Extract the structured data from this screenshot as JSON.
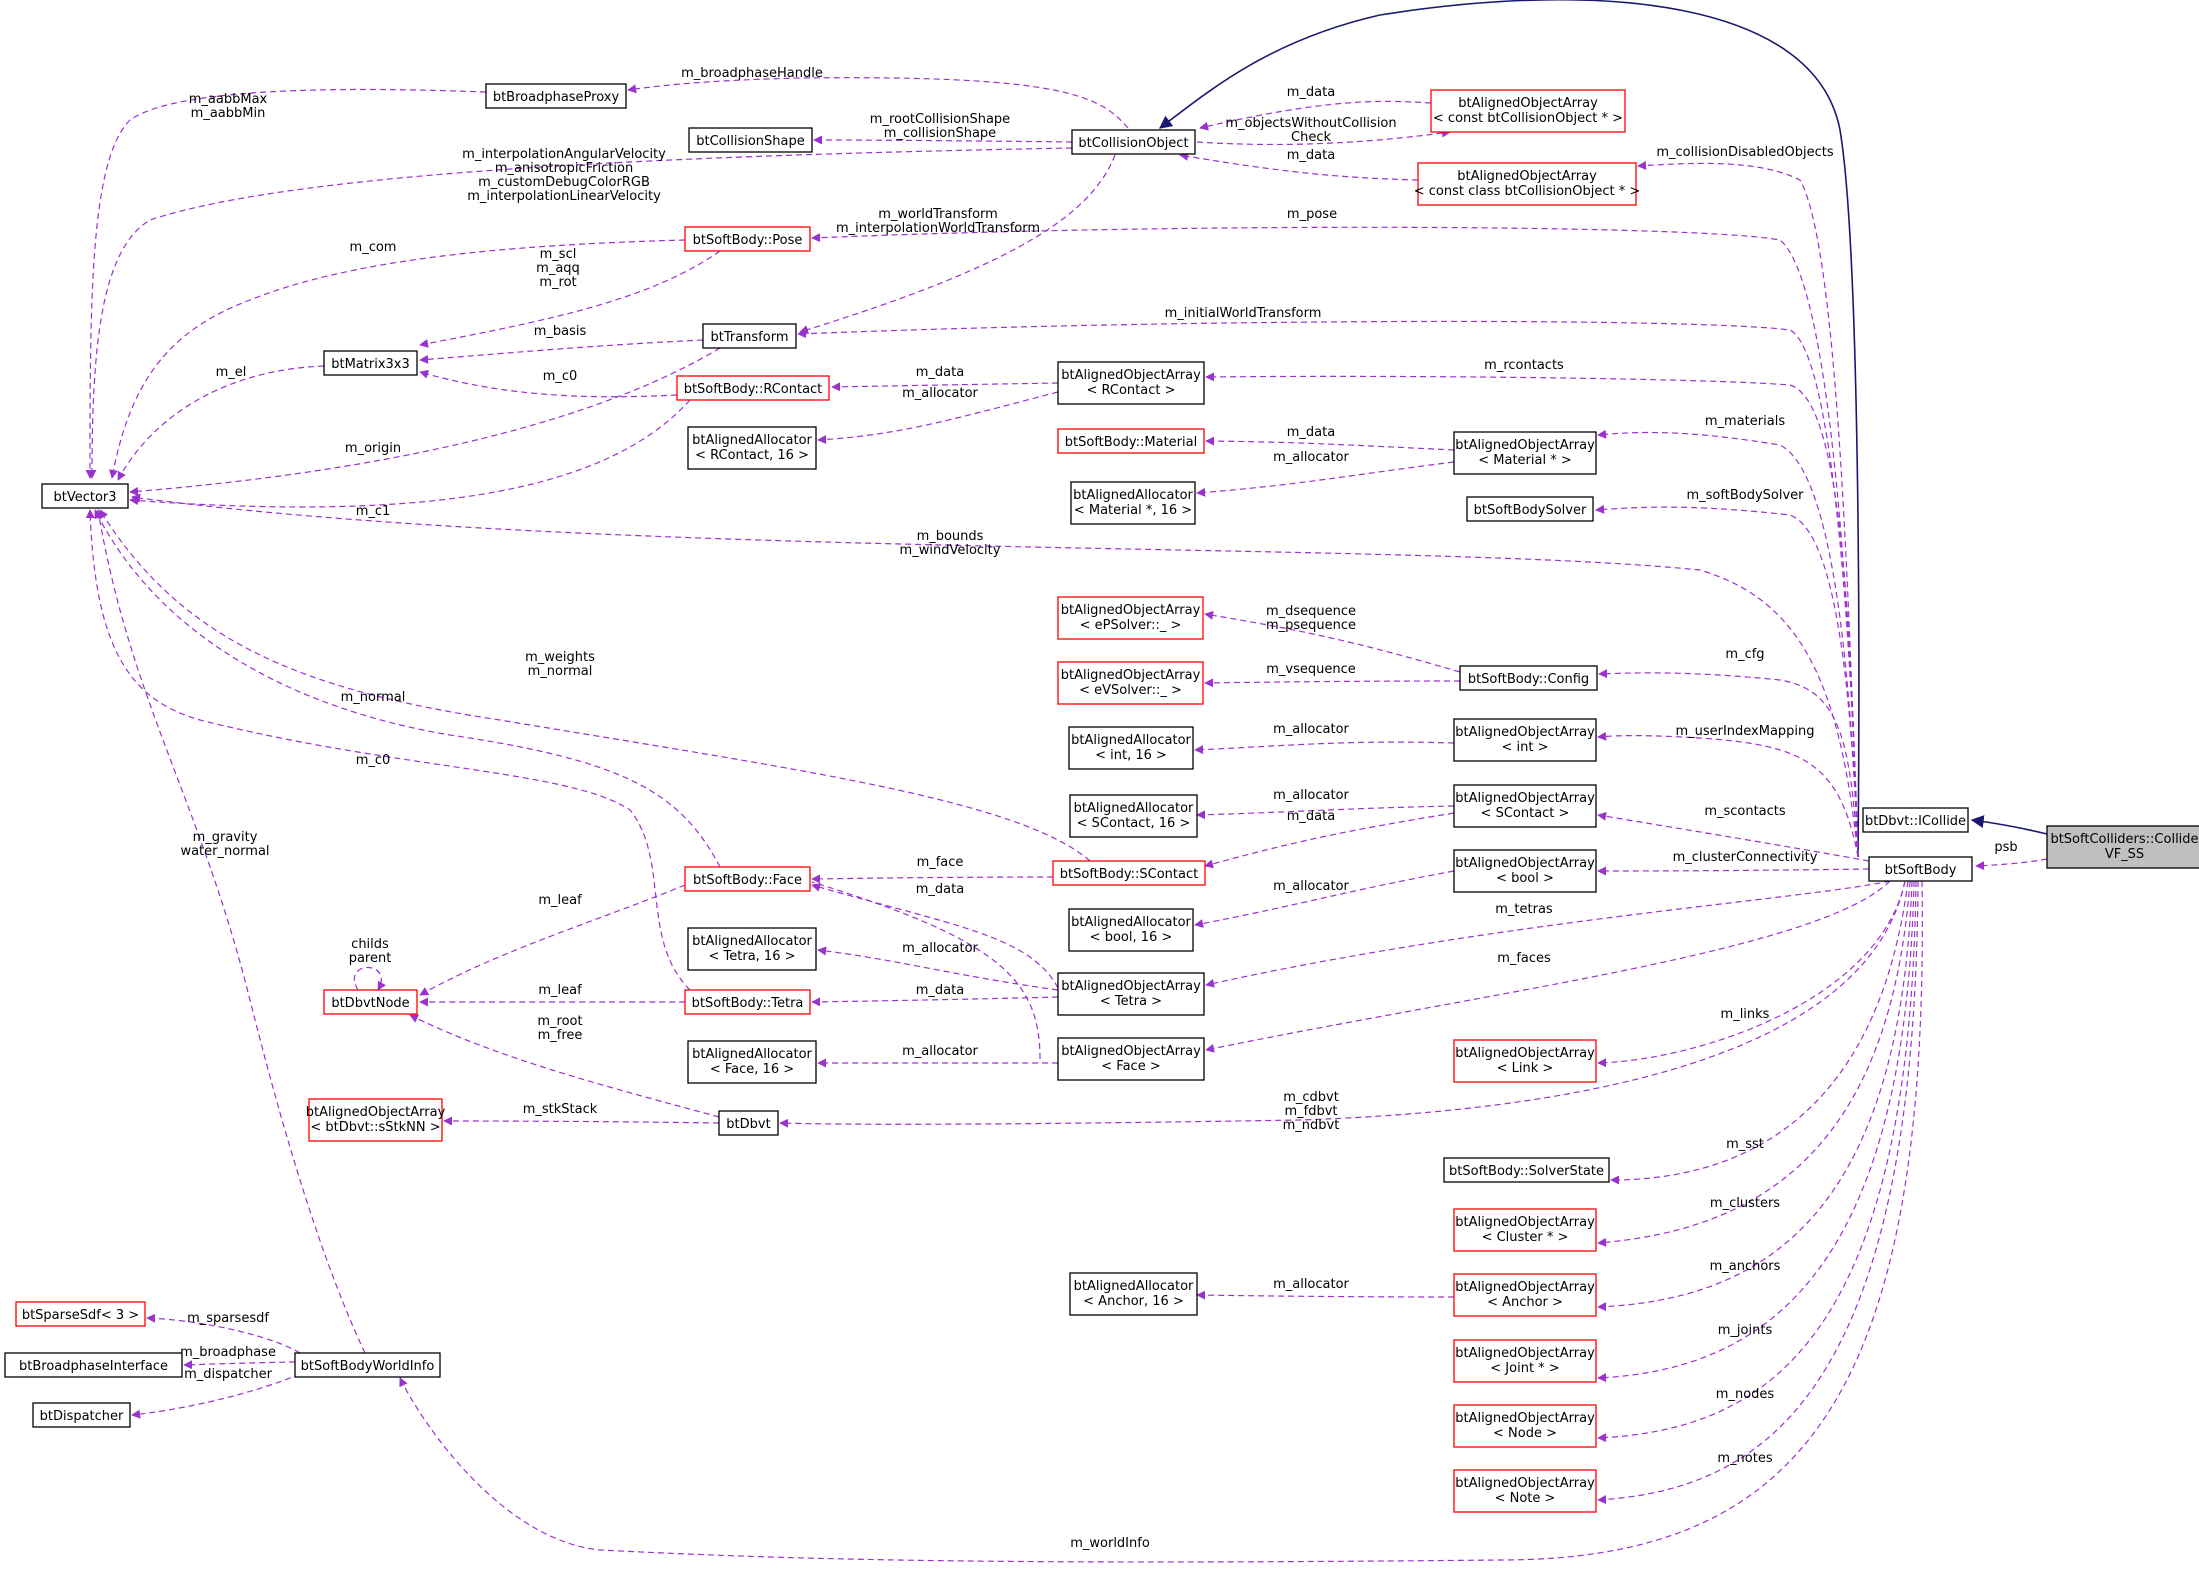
{
  "colors": {
    "purple": "#9a32cd",
    "navy": "#191970",
    "red_border": "#ff0000",
    "black": "#000000",
    "highlight": "#bfbfbf"
  },
  "nodes": [
    {
      "id": "selfnode",
      "lines": [
        "btSoftColliders::Collide",
        "VF_SS"
      ],
      "border": "black",
      "highlight": true
    },
    {
      "id": "icollide",
      "lines": [
        "btDbvt::ICollide"
      ],
      "border": "black"
    },
    {
      "id": "softbody",
      "lines": [
        "btSoftBody"
      ],
      "border": "black"
    },
    {
      "id": "colobj",
      "lines": [
        "btCollisionObject"
      ],
      "border": "black"
    },
    {
      "id": "bproxy",
      "lines": [
        "btBroadphaseProxy"
      ],
      "border": "black"
    },
    {
      "id": "cshape",
      "lines": [
        "btCollisionShape"
      ],
      "border": "black"
    },
    {
      "id": "aoa_constcol",
      "lines": [
        "btAlignedObjectArray",
        "< const btCollisionObject * >"
      ],
      "border": "red"
    },
    {
      "id": "aoa_constcls",
      "lines": [
        "btAlignedObjectArray",
        "< const class btCollisionObject * >"
      ],
      "border": "red"
    },
    {
      "id": "pose",
      "lines": [
        "btSoftBody::Pose"
      ],
      "border": "red"
    },
    {
      "id": "transform",
      "lines": [
        "btTransform"
      ],
      "border": "black"
    },
    {
      "id": "matrix",
      "lines": [
        "btMatrix3x3"
      ],
      "border": "black"
    },
    {
      "id": "rcontact",
      "lines": [
        "btSoftBody::RContact"
      ],
      "border": "red"
    },
    {
      "id": "aoa_rcontact",
      "lines": [
        "btAlignedObjectArray",
        "< RContact >"
      ],
      "border": "black"
    },
    {
      "id": "aa_rcontact",
      "lines": [
        "btAlignedAllocator",
        "< RContact, 16 >"
      ],
      "border": "black"
    },
    {
      "id": "vector3",
      "lines": [
        "btVector3"
      ],
      "border": "black"
    },
    {
      "id": "material",
      "lines": [
        "btSoftBody::Material"
      ],
      "border": "red"
    },
    {
      "id": "aoa_material",
      "lines": [
        "btAlignedObjectArray",
        "< Material * >"
      ],
      "border": "black"
    },
    {
      "id": "aa_material",
      "lines": [
        "btAlignedAllocator",
        "< Material *, 16 >"
      ],
      "border": "black"
    },
    {
      "id": "sbsolver",
      "lines": [
        "btSoftBodySolver"
      ],
      "border": "black"
    },
    {
      "id": "aoa_epsolver",
      "lines": [
        "btAlignedObjectArray",
        "< ePSolver::_ >"
      ],
      "border": "red"
    },
    {
      "id": "aoa_evsolver",
      "lines": [
        "btAlignedObjectArray",
        "< eVSolver::_ >"
      ],
      "border": "red"
    },
    {
      "id": "config",
      "lines": [
        "btSoftBody::Config"
      ],
      "border": "black"
    },
    {
      "id": "aa_int",
      "lines": [
        "btAlignedAllocator",
        "< int, 16 >"
      ],
      "border": "black"
    },
    {
      "id": "aoa_int",
      "lines": [
        "btAlignedObjectArray",
        "< int >"
      ],
      "border": "black"
    },
    {
      "id": "aa_scontact",
      "lines": [
        "btAlignedAllocator",
        "< SContact, 16 >"
      ],
      "border": "black"
    },
    {
      "id": "aoa_scontact",
      "lines": [
        "btAlignedObjectArray",
        "< SContact >"
      ],
      "border": "black"
    },
    {
      "id": "face",
      "lines": [
        "btSoftBody::Face"
      ],
      "border": "red"
    },
    {
      "id": "scontact",
      "lines": [
        "btSoftBody::SContact"
      ],
      "border": "red"
    },
    {
      "id": "aoa_bool",
      "lines": [
        "btAlignedObjectArray",
        "< bool >"
      ],
      "border": "black"
    },
    {
      "id": "aa_bool",
      "lines": [
        "btAlignedAllocator",
        "< bool, 16 >"
      ],
      "border": "black"
    },
    {
      "id": "dbvtnode",
      "lines": [
        "btDbvtNode"
      ],
      "border": "red"
    },
    {
      "id": "aa_tetra",
      "lines": [
        "btAlignedAllocator",
        "< Tetra, 16 >"
      ],
      "border": "black"
    },
    {
      "id": "tetra",
      "lines": [
        "btSoftBody::Tetra"
      ],
      "border": "red"
    },
    {
      "id": "aoa_tetra",
      "lines": [
        "btAlignedObjectArray",
        "< Tetra >"
      ],
      "border": "black"
    },
    {
      "id": "aa_face",
      "lines": [
        "btAlignedAllocator",
        "< Face, 16 >"
      ],
      "border": "black"
    },
    {
      "id": "aoa_face",
      "lines": [
        "btAlignedObjectArray",
        "< Face >"
      ],
      "border": "black"
    },
    {
      "id": "aoa_link",
      "lines": [
        "btAlignedObjectArray",
        "< Link >"
      ],
      "border": "red"
    },
    {
      "id": "aoa_stknn",
      "lines": [
        "btAlignedObjectArray",
        "< btDbvt::sStkNN >"
      ],
      "border": "red"
    },
    {
      "id": "dbvt",
      "lines": [
        "btDbvt"
      ],
      "border": "black"
    },
    {
      "id": "solverstate",
      "lines": [
        "btSoftBody::SolverState"
      ],
      "border": "black"
    },
    {
      "id": "aoa_cluster",
      "lines": [
        "btAlignedObjectArray",
        "< Cluster * >"
      ],
      "border": "red"
    },
    {
      "id": "aa_anchor",
      "lines": [
        "btAlignedAllocator",
        "< Anchor, 16 >"
      ],
      "border": "black"
    },
    {
      "id": "aoa_anchor",
      "lines": [
        "btAlignedObjectArray",
        "< Anchor >"
      ],
      "border": "red"
    },
    {
      "id": "sparsesdf",
      "lines": [
        "btSparseSdf< 3 >"
      ],
      "border": "red"
    },
    {
      "id": "bpinterface",
      "lines": [
        "btBroadphaseInterface"
      ],
      "border": "black"
    },
    {
      "id": "worldinfo",
      "lines": [
        "btSoftBodyWorldInfo"
      ],
      "border": "black"
    },
    {
      "id": "dispatcher",
      "lines": [
        "btDispatcher"
      ],
      "border": "black"
    },
    {
      "id": "aoa_joint",
      "lines": [
        "btAlignedObjectArray",
        "< Joint * >"
      ],
      "border": "red"
    },
    {
      "id": "aoa_node",
      "lines": [
        "btAlignedObjectArray",
        "< Node >"
      ],
      "border": "red"
    },
    {
      "id": "aoa_note",
      "lines": [
        "btAlignedObjectArray",
        "< Note >"
      ],
      "border": "red"
    }
  ],
  "edges": [
    {
      "id": "e_psb",
      "label": [
        "psb"
      ]
    },
    {
      "id": "e_inherit_icollide"
    },
    {
      "id": "e_inherit_colobj"
    },
    {
      "id": "e_bhandle",
      "label": [
        "m_broadphaseHandle"
      ]
    },
    {
      "id": "e_aabb",
      "label": [
        "m_aabbMax",
        "m_aabbMin"
      ]
    },
    {
      "id": "e_cshape",
      "label": [
        "m_rootCollisionShape",
        "m_collisionShape"
      ]
    },
    {
      "id": "e_colobj_data1",
      "label": [
        "m_data"
      ]
    },
    {
      "id": "e_objwocc",
      "label": [
        "m_objectsWithoutCollision",
        "Check"
      ]
    },
    {
      "id": "e_colobj_data2",
      "label": [
        "m_data"
      ]
    },
    {
      "id": "e_coldisabled",
      "label": [
        "m_collisionDisabledObjects"
      ]
    },
    {
      "id": "e_colobj_vec",
      "label": [
        "m_interpolationAngularVelocity",
        "m_anisotropicFriction",
        "m_customDebugColorRGB",
        "m_interpolationLinearVelocity"
      ]
    },
    {
      "id": "e_worldtransform",
      "label": [
        "m_worldTransform",
        "m_interpolationWorldTransform"
      ]
    },
    {
      "id": "e_pose",
      "label": [
        "m_pose"
      ]
    },
    {
      "id": "e_com",
      "label": [
        "m_com"
      ]
    },
    {
      "id": "e_scl",
      "label": [
        "m_scl",
        "m_aqq",
        "m_rot"
      ]
    },
    {
      "id": "e_initwt",
      "label": [
        "m_initialWorldTransform"
      ]
    },
    {
      "id": "e_basis",
      "label": [
        "m_basis"
      ]
    },
    {
      "id": "e_el",
      "label": [
        "m_el"
      ]
    },
    {
      "id": "e_rc_c0",
      "label": [
        "m_c0"
      ]
    },
    {
      "id": "e_origin",
      "label": [
        "m_origin"
      ]
    },
    {
      "id": "e_rc_c1",
      "label": [
        "m_c1"
      ]
    },
    {
      "id": "e_rcontact_data",
      "label": [
        "m_data"
      ]
    },
    {
      "id": "e_rcontact_alloc",
      "label": [
        "m_allocator"
      ]
    },
    {
      "id": "e_rcontacts",
      "label": [
        "m_rcontacts"
      ]
    },
    {
      "id": "e_material_data",
      "label": [
        "m_data"
      ]
    },
    {
      "id": "e_material_alloc",
      "label": [
        "m_allocator"
      ]
    },
    {
      "id": "e_materials",
      "label": [
        "m_materials"
      ]
    },
    {
      "id": "e_sbsolver",
      "label": [
        "m_softBodySolver"
      ]
    },
    {
      "id": "e_bounds",
      "label": [
        "m_bounds",
        "m_windVelocity"
      ]
    },
    {
      "id": "e_psequence",
      "label": [
        "m_dsequence",
        "m_psequence"
      ]
    },
    {
      "id": "e_vsequence",
      "label": [
        "m_vsequence"
      ]
    },
    {
      "id": "e_cfg",
      "label": [
        "m_cfg"
      ]
    },
    {
      "id": "e_int_alloc",
      "label": [
        "m_allocator"
      ]
    },
    {
      "id": "e_useridx",
      "label": [
        "m_userIndexMapping"
      ]
    },
    {
      "id": "e_weights",
      "label": [
        "m_weights",
        "m_normal"
      ]
    },
    {
      "id": "e_face_normal",
      "label": [
        "m_normal"
      ]
    },
    {
      "id": "e_tetra_c0",
      "label": [
        "m_c0"
      ]
    },
    {
      "id": "e_sc_alloc",
      "label": [
        "m_allocator"
      ]
    },
    {
      "id": "e_sc_data",
      "label": [
        "m_data"
      ]
    },
    {
      "id": "e_scontacts",
      "label": [
        "m_scontacts"
      ]
    },
    {
      "id": "e_face",
      "label": [
        "m_face"
      ]
    },
    {
      "id": "e_face_data",
      "label": [
        "m_data"
      ]
    },
    {
      "id": "e_bool_alloc",
      "label": [
        "m_allocator"
      ]
    },
    {
      "id": "e_clusterconn",
      "label": [
        "m_clusterConnectivity"
      ]
    },
    {
      "id": "e_gravity",
      "label": [
        "m_gravity",
        "water_normal"
      ]
    },
    {
      "id": "e_face_leaf",
      "label": [
        "m_leaf"
      ]
    },
    {
      "id": "e_childs",
      "label": [
        "childs",
        "parent"
      ]
    },
    {
      "id": "e_tetra_alloc",
      "label": [
        "m_allocator"
      ]
    },
    {
      "id": "e_tetras",
      "label": [
        "m_tetras"
      ]
    },
    {
      "id": "e_tetra_leaf",
      "label": [
        "m_leaf"
      ]
    },
    {
      "id": "e_tetra_data",
      "label": [
        "m_data"
      ]
    },
    {
      "id": "e_root",
      "label": [
        "m_root",
        "m_free"
      ]
    },
    {
      "id": "e_faces",
      "label": [
        "m_faces"
      ]
    },
    {
      "id": "e_face_alloc",
      "label": [
        "m_allocator"
      ]
    },
    {
      "id": "e_face_data2"
    },
    {
      "id": "e_links",
      "label": [
        "m_links"
      ]
    },
    {
      "id": "e_stkstack",
      "label": [
        "m_stkStack"
      ]
    },
    {
      "id": "e_cdbvt",
      "label": [
        "m_cdbvt",
        "m_fdbvt",
        "m_ndbvt"
      ]
    },
    {
      "id": "e_sst",
      "label": [
        "m_sst"
      ]
    },
    {
      "id": "e_clusters",
      "label": [
        "m_clusters"
      ]
    },
    {
      "id": "e_anchor_alloc",
      "label": [
        "m_allocator"
      ]
    },
    {
      "id": "e_anchors",
      "label": [
        "m_anchors"
      ]
    },
    {
      "id": "e_sparsesdf",
      "label": [
        "m_sparsesdf"
      ]
    },
    {
      "id": "e_broadphase",
      "label": [
        "m_broadphase"
      ]
    },
    {
      "id": "e_dispatcher",
      "label": [
        "m_dispatcher"
      ]
    },
    {
      "id": "e_joints",
      "label": [
        "m_joints"
      ]
    },
    {
      "id": "e_nodes",
      "label": [
        "m_nodes"
      ]
    },
    {
      "id": "e_notes",
      "label": [
        "m_notes"
      ]
    },
    {
      "id": "e_worldinfo",
      "label": [
        "m_worldInfo"
      ]
    }
  ]
}
